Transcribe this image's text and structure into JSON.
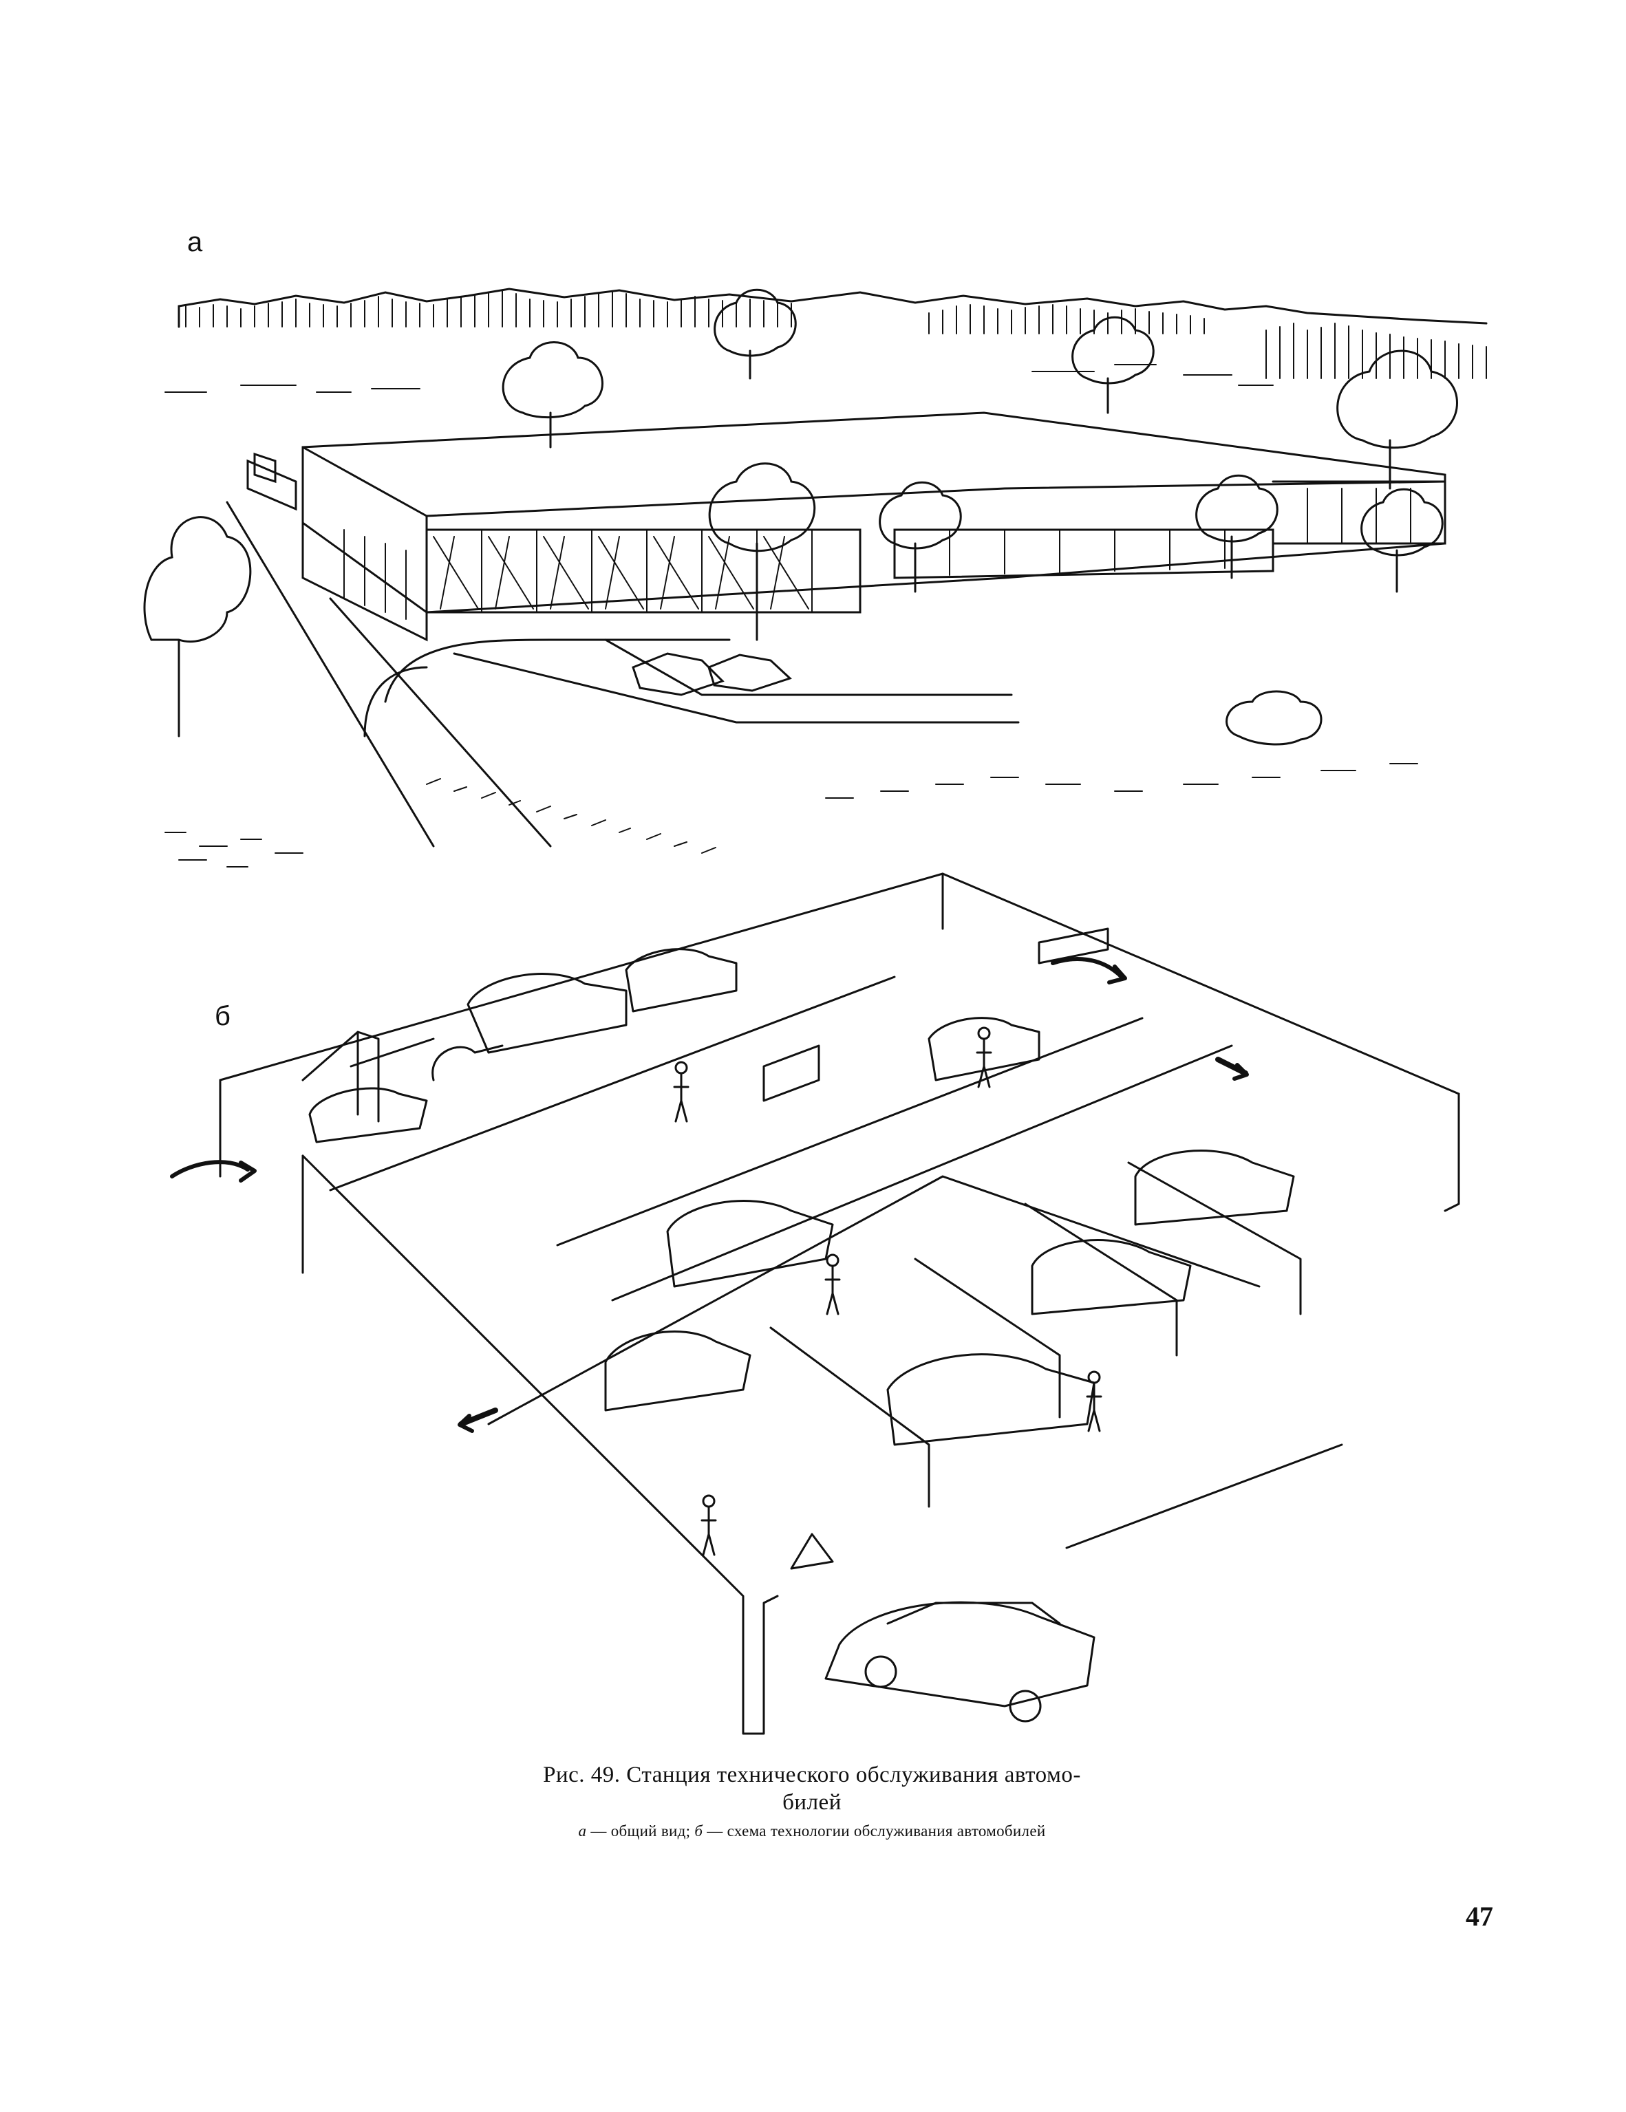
{
  "figure": {
    "panel_a_label": "а",
    "panel_b_label": "б"
  },
  "caption": {
    "line1": "Рис. 49. Станция технического обслуживания автомо-",
    "line2": "билей",
    "sub": {
      "a_letter": "а",
      "a_text": " — общий вид; ",
      "b_letter": "б",
      "b_text": " — схема технологии обслуживания автомобилей"
    }
  },
  "page_number": "47",
  "colors": {
    "ink": "#111111",
    "paper": "#ffffff"
  }
}
